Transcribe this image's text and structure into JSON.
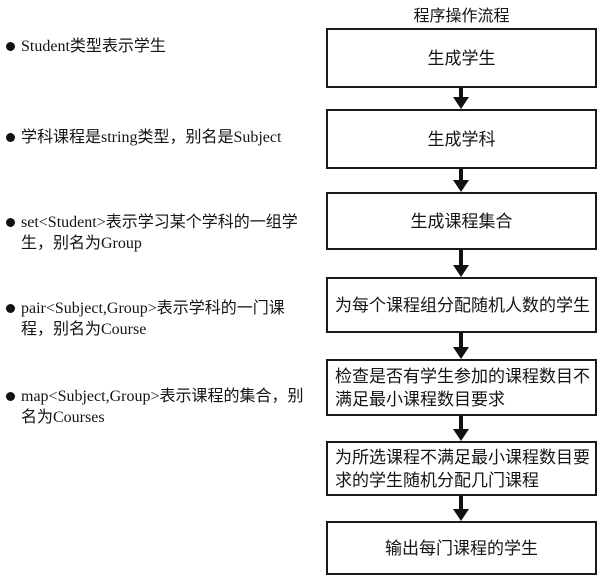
{
  "colors": {
    "background": "#ffffff",
    "text": "#141414",
    "border": "#1a1a1a"
  },
  "bullets": [
    {
      "lines": [
        "Student类型表示学生"
      ]
    },
    {
      "lines": [
        "学科课程是string类型，别名是Subject"
      ]
    },
    {
      "lines": [
        "set<Student>表示学习某个学科的一组学",
        "生，别名为Group"
      ]
    },
    {
      "lines": [
        "pair<Subject,Group>表示学科的一门课",
        "程，别名为Course"
      ]
    },
    {
      "lines": [
        "map<Subject,Group>表示课程的集合，别",
        "名为Courses"
      ]
    }
  ],
  "flow": {
    "title": "程序操作流程",
    "steps": [
      {
        "lines": [
          "生成学生"
        ]
      },
      {
        "lines": [
          "生成学科"
        ]
      },
      {
        "lines": [
          "生成课程集合"
        ]
      },
      {
        "lines": [
          "为每个课程组分配随机人数的学生"
        ]
      },
      {
        "lines": [
          "检查是否有学生参加的课程数目不",
          "满足最小课程数目要求"
        ]
      },
      {
        "lines": [
          "为所选课程不满足最小课程数目要",
          "求的学生随机分配几门课程"
        ]
      },
      {
        "lines": [
          "输出每门课程的学生"
        ]
      }
    ]
  }
}
